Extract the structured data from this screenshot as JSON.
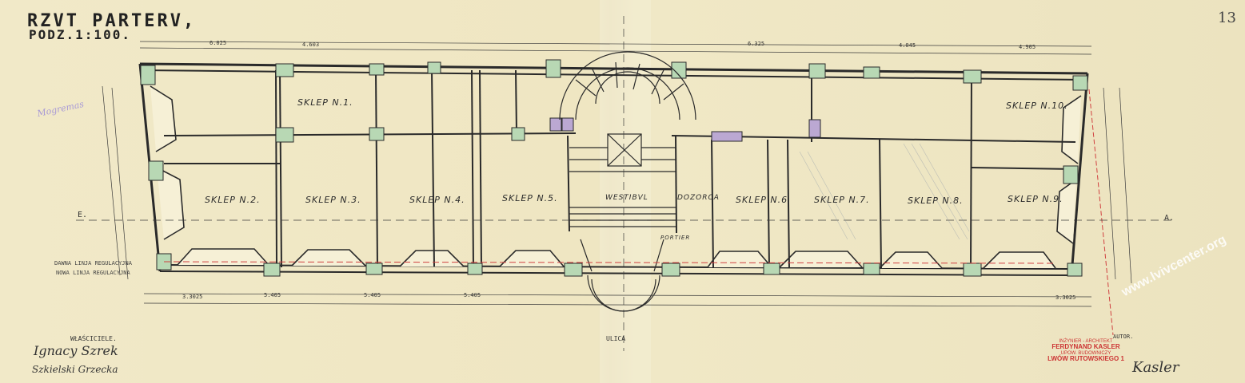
{
  "title": "RZVT PARTERV,",
  "scale": "PODZ.1:100.",
  "sheet_number": "13",
  "pencil_note": "Mogremas",
  "rooms": [
    "SKLEP N.1.",
    "SKLEP N.2.",
    "SKLEP N.3.",
    "SKLEP N.4.",
    "SKLEP N.5.",
    "WESTIBVL",
    "DOZORCA",
    "SKLEP N.6",
    "SKLEP N.7.",
    "SKLEP N.8.",
    "SKLEP N.9.",
    "SKLEP N.10.",
    "PORTIER"
  ],
  "dims_top": [
    "4.603",
    "6.025",
    "6.325",
    "4.045",
    "4.905"
  ],
  "dims_bottom": [
    "3.3025",
    "5.405",
    "5.405",
    "5.405",
    "3.3025"
  ],
  "old_regulation_line": "DAWNA LINJA REGULACYJNA",
  "new_regulation_line": "NOWA LINJA REGULACYJNA",
  "section_left": "E.",
  "section_right": "A.",
  "street": "ULICA",
  "owners": {
    "heading": "WŁAŚCICIELE.",
    "sig1": "Ignacy Szrek",
    "sig2": "Szkielski Grzecka"
  },
  "author": {
    "heading": "AUTOR.",
    "stamp": [
      "INŻYNIER - ARCHITEKT",
      "FERDYNAND KASLER",
      "UPOW. BUDOWNICZY",
      "LWÓW RUTOWSKIEGO 1"
    ],
    "signature": "Kasler"
  },
  "watermark": "www.lvivcenter.org"
}
